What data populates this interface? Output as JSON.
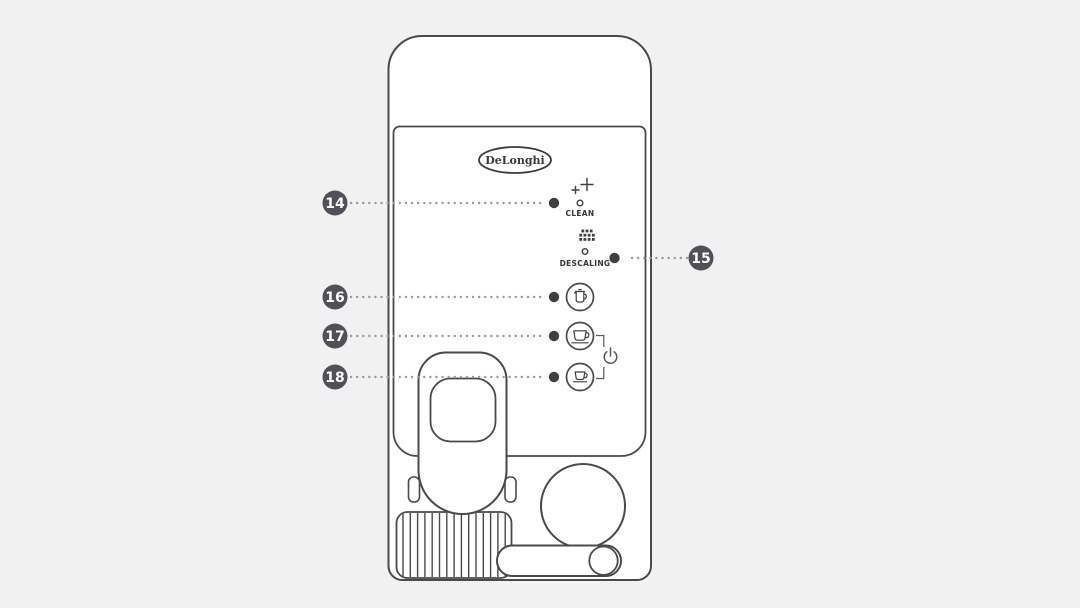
{
  "scene": {
    "background_color": "#f1f1f2",
    "line_color": "#4a4a4a",
    "callout_fill": "#505156",
    "leader_color": "#9b9b9b"
  },
  "machine": {
    "brand": "DeLonghi",
    "clean_indicator": {
      "label": "CLEAN",
      "icon": "sparkle-icon"
    },
    "descaling_indicator": {
      "label": "DESCALING",
      "icon": "limescale-icon"
    },
    "buttons": [
      {
        "icon": "milk-frother-icon"
      },
      {
        "icon": "large-cup-icon"
      },
      {
        "icon": "small-cup-icon"
      }
    ],
    "power_icon": "power-standby-icon"
  },
  "callouts": [
    {
      "number": "14",
      "target": "clean-indicator"
    },
    {
      "number": "15",
      "target": "descaling-indicator"
    },
    {
      "number": "16",
      "target": "milk-frother-button"
    },
    {
      "number": "17",
      "target": "large-cup-button"
    },
    {
      "number": "18",
      "target": "small-cup-button"
    }
  ]
}
